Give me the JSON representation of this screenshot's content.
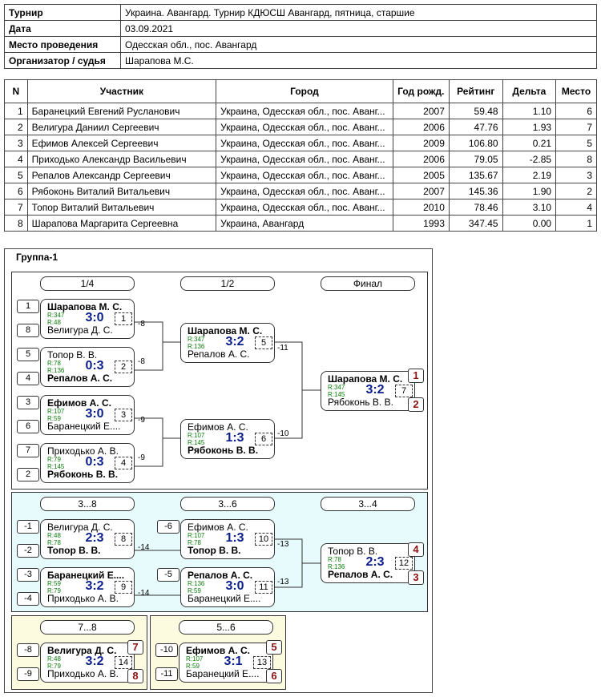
{
  "info": [
    {
      "k": "Турнир",
      "v": "Украина. Авангард. Турнир КДЮСШ Авангард, пятница, старшие"
    },
    {
      "k": "Дата",
      "v": "03.09.2021"
    },
    {
      "k": "Место проведения",
      "v": "Одесская обл., пос. Авангард"
    },
    {
      "k": "Организатор / судья",
      "v": "Шарапова М.С."
    }
  ],
  "players": {
    "headers": [
      "N",
      "Участник",
      "Город",
      "Год рожд.",
      "Рейтинг",
      "Дельта",
      "Место"
    ],
    "rows": [
      [
        "1",
        "Баранецкий Евгений Русланович",
        "Украина, Одесская обл., пос. Аванг...",
        "2007",
        "59.48",
        "1.10",
        "6"
      ],
      [
        "2",
        "Велигура Даниил Сергеевич",
        "Украина, Одесская обл., пос. Аванг...",
        "2006",
        "47.76",
        "1.93",
        "7"
      ],
      [
        "3",
        "Ефимов Алексей Сергеевич",
        "Украина, Одесская обл., пос. Аванг...",
        "2009",
        "106.80",
        "0.21",
        "5"
      ],
      [
        "4",
        "Приходько Александр Васильевич",
        "Украина, Одесская обл., пос. Аванг...",
        "2006",
        "79.05",
        "-2.85",
        "8"
      ],
      [
        "5",
        "Репалов Александр Сергеевич",
        "Украина, Одесская обл., пос. Аванг...",
        "2005",
        "135.67",
        "2.19",
        "3"
      ],
      [
        "6",
        "Рябоконь Виталий Витальевич",
        "Украина, Одесская обл., пос. Аванг...",
        "2007",
        "145.36",
        "1.90",
        "2"
      ],
      [
        "7",
        "Топор Виталий Витальевич",
        "Украина, Одесская обл., пос. Аванг...",
        "2010",
        "78.46",
        "3.10",
        "4"
      ],
      [
        "8",
        "Шарапова Маргарита Сергеевна",
        "Украина, Авангард",
        "1993",
        "347.45",
        "0.00",
        "1"
      ]
    ]
  },
  "group": {
    "title": "Группа-1",
    "round_heads": {
      "r14": "1/4",
      "r12": "1/2",
      "final": "Финал",
      "c38": "3...8",
      "c36": "3...6",
      "c34": "3...4",
      "c78": "7...8",
      "c56": "5...6"
    },
    "seeds": {
      "m1a": "1",
      "m1b": "8",
      "m2a": "5",
      "m2b": "4",
      "m3a": "3",
      "m3b": "6",
      "m4a": "7",
      "m4b": "2",
      "m8a": "-1",
      "m8b": "-2",
      "m9a": "-3",
      "m9b": "-4",
      "m10a": "-6",
      "m11a": "-5",
      "m14a": "-8",
      "m14b": "-9",
      "m13a": "-10",
      "m13b": "-11"
    },
    "matches": {
      "m1": {
        "p1": "Шарапова М. С.",
        "r1": "R:347",
        "p2": "Велигура Д. С.",
        "r2": "R:48",
        "score": "3:0",
        "no": "1",
        "next_w": "-8"
      },
      "m2": {
        "p1": "Топор В. В.",
        "r1": "R:78",
        "p2": "Репалов А. С.",
        "r2": "R:136",
        "score": "0:3",
        "no": "2",
        "next_w": "-8"
      },
      "m3": {
        "p1": "Ефимов А. С.",
        "r1": "R:107",
        "p2": "Баранецкий Е....",
        "r2": "R:59",
        "score": "3:0",
        "no": "3",
        "next_w": "-9"
      },
      "m4": {
        "p1": "Приходько А. В.",
        "r1": "R:79",
        "p2": "Рябоконь В. В.",
        "r2": "R:145",
        "score": "0:3",
        "no": "4",
        "next_w": "-9"
      },
      "m5": {
        "p1": "Шарапова М. С.",
        "r1": "R:347",
        "p2": "Репалов А. С.",
        "r2": "R:136",
        "score": "3:2",
        "no": "5",
        "next_w": "-11"
      },
      "m6": {
        "p1": "Ефимов А. С.",
        "r1": "R:107",
        "p2": "Рябоконь В. В.",
        "r2": "R:145",
        "score": "1:3",
        "no": "6",
        "next_w": "-10"
      },
      "m7": {
        "p1": "Шарапова М. С.",
        "r1": "R:347",
        "p2": "Рябоконь В. В.",
        "r2": "R:145",
        "score": "3:2",
        "no": "7",
        "place1": "1",
        "place2": "2"
      },
      "m8": {
        "p1": "Велигура Д. С.",
        "r1": "R:48",
        "p2": "Топор В. В.",
        "r2": "R:78",
        "score": "2:3",
        "no": "8",
        "next_w": "-14"
      },
      "m9": {
        "p1": "Баранецкий Е....",
        "r1": "R:59",
        "p2": "Приходько А. В.",
        "r2": "R:79",
        "score": "3:2",
        "no": "9",
        "next_w": "-14"
      },
      "m10": {
        "p1": "Ефимов А. С.",
        "r1": "R:107",
        "p2": "Топор В. В.",
        "r2": "R:78",
        "score": "1:3",
        "no": "10",
        "next_w": "-13"
      },
      "m11": {
        "p1": "Репалов А. С.",
        "r1": "R:136",
        "p2": "Баранецкий Е....",
        "r2": "R:59",
        "score": "3:0",
        "no": "11",
        "next_w": "-13"
      },
      "m12": {
        "p1": "Топор В. В.",
        "r1": "R:78",
        "p2": "Репалов А. С.",
        "r2": "R:136",
        "score": "2:3",
        "no": "12",
        "place1": "4",
        "place2": "3"
      },
      "m14": {
        "p1": "Велигура Д. С.",
        "r1": "R:48",
        "p2": "Приходько А. В.",
        "r2": "R:79",
        "score": "3:2",
        "no": "14",
        "place1": "7",
        "place2": "8"
      },
      "m13": {
        "p1": "Ефимов А. С.",
        "r1": "R:107",
        "p2": "Баранецкий Е....",
        "r2": "R:59",
        "score": "3:1",
        "no": "13",
        "place1": "5",
        "place2": "6"
      }
    }
  }
}
